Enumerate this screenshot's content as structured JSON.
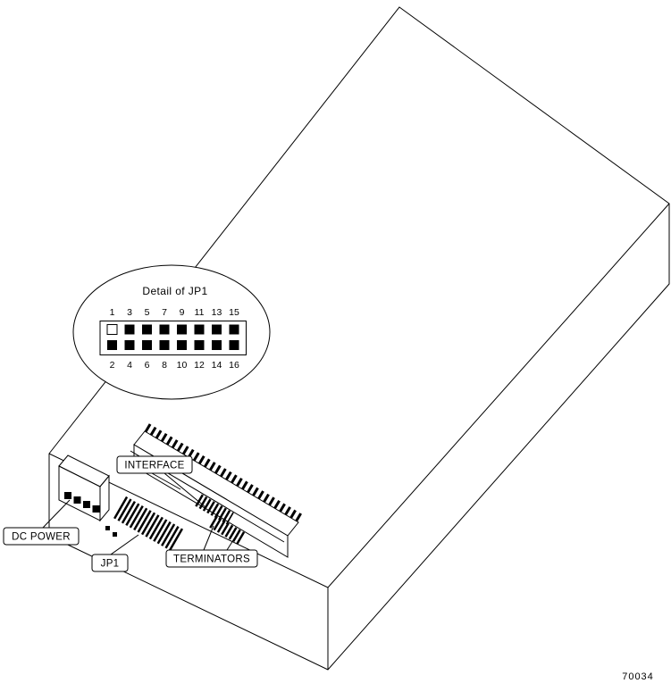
{
  "figure": {
    "number": "70034"
  },
  "detail": {
    "title": "Detail of JP1",
    "top_pin_labels": [
      "1",
      "3",
      "5",
      "7",
      "9",
      "11",
      "13",
      "15"
    ],
    "bottom_pin_labels": [
      "2",
      "4",
      "6",
      "8",
      "10",
      "12",
      "14",
      "16"
    ]
  },
  "callouts": {
    "interface": "INTERFACE",
    "dc_power": "DC POWER",
    "jp1": "JP1",
    "terminators": "TERMINATORS"
  },
  "colors": {
    "line": "#000000",
    "background": "#ffffff",
    "pin_filled": "#000000",
    "pin_open": "#ffffff"
  }
}
